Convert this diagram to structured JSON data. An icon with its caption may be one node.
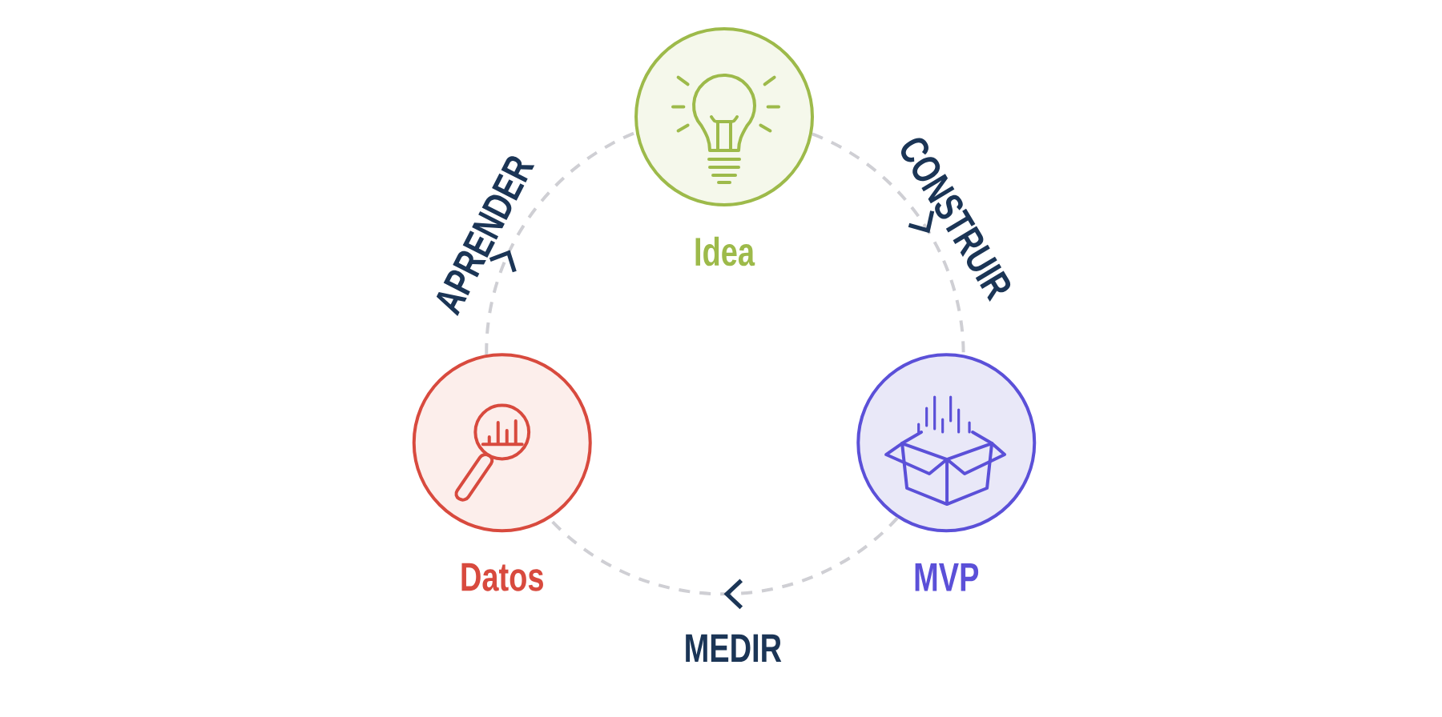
{
  "diagram": {
    "nodes": [
      {
        "text": [
          "Idea"
        ]
      },
      {
        "text": [
          "MVP"
        ]
      },
      {
        "text": [
          "Datos"
        ]
      }
    ],
    "edges": [
      {
        "from": 0,
        "to": 1,
        "arrow": "to",
        "label": "CONSTRUIR",
        "style": "dashed"
      },
      {
        "from": 1,
        "to": 2,
        "arrow": "to",
        "label": "MEDIR",
        "style": "dashed"
      },
      {
        "from": 2,
        "to": 0,
        "arrow": "to",
        "label": "APRENDER",
        "style": "dashed"
      }
    ]
  }
}
